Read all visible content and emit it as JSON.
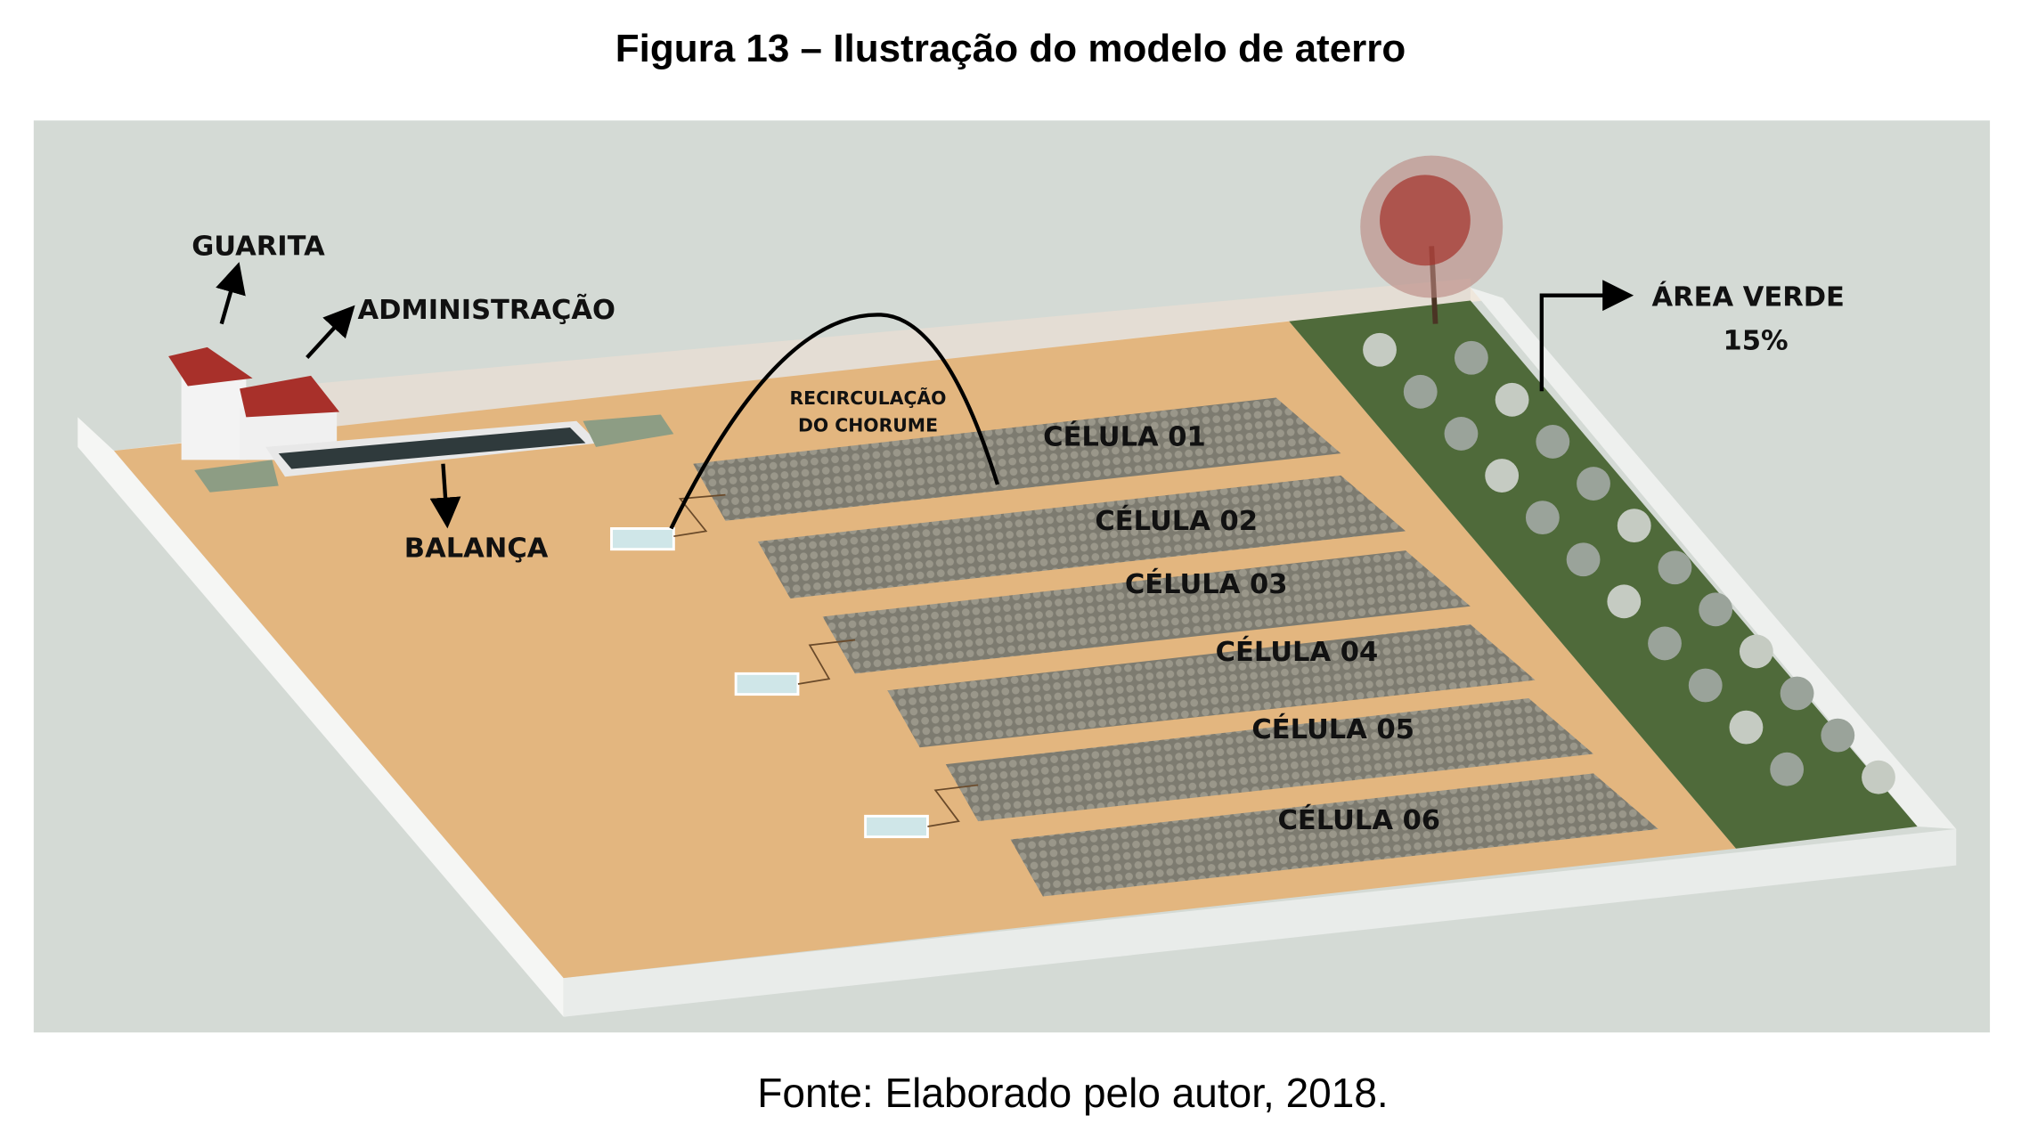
{
  "title": "Figura 13 – Ilustração do modelo de aterro",
  "source": "Fonte: Elaborado pelo autor, 2018.",
  "labels": {
    "guarita": "GUARITA",
    "administracao": "ADMINISTRAÇÃO",
    "balanca": "BALANÇA",
    "recirculacao_1": "RECIRCULAÇÃO",
    "recirculacao_2": "DO CHORUME",
    "area_verde": "ÁREA VERDE",
    "area_verde_pct": "15%"
  },
  "cells": [
    "CÉLULA 01",
    "CÉLULA 02",
    "CÉLULA 03",
    "CÉLULA 04",
    "CÉLULA 05",
    "CÉLULA 06"
  ],
  "colors": {
    "background": "#d4dad5",
    "sand": "#e3b67f",
    "grass": "#4f6a3a",
    "cell": "#7b7a6e",
    "wall": "#eef0ee",
    "roof": "#a8302a"
  }
}
